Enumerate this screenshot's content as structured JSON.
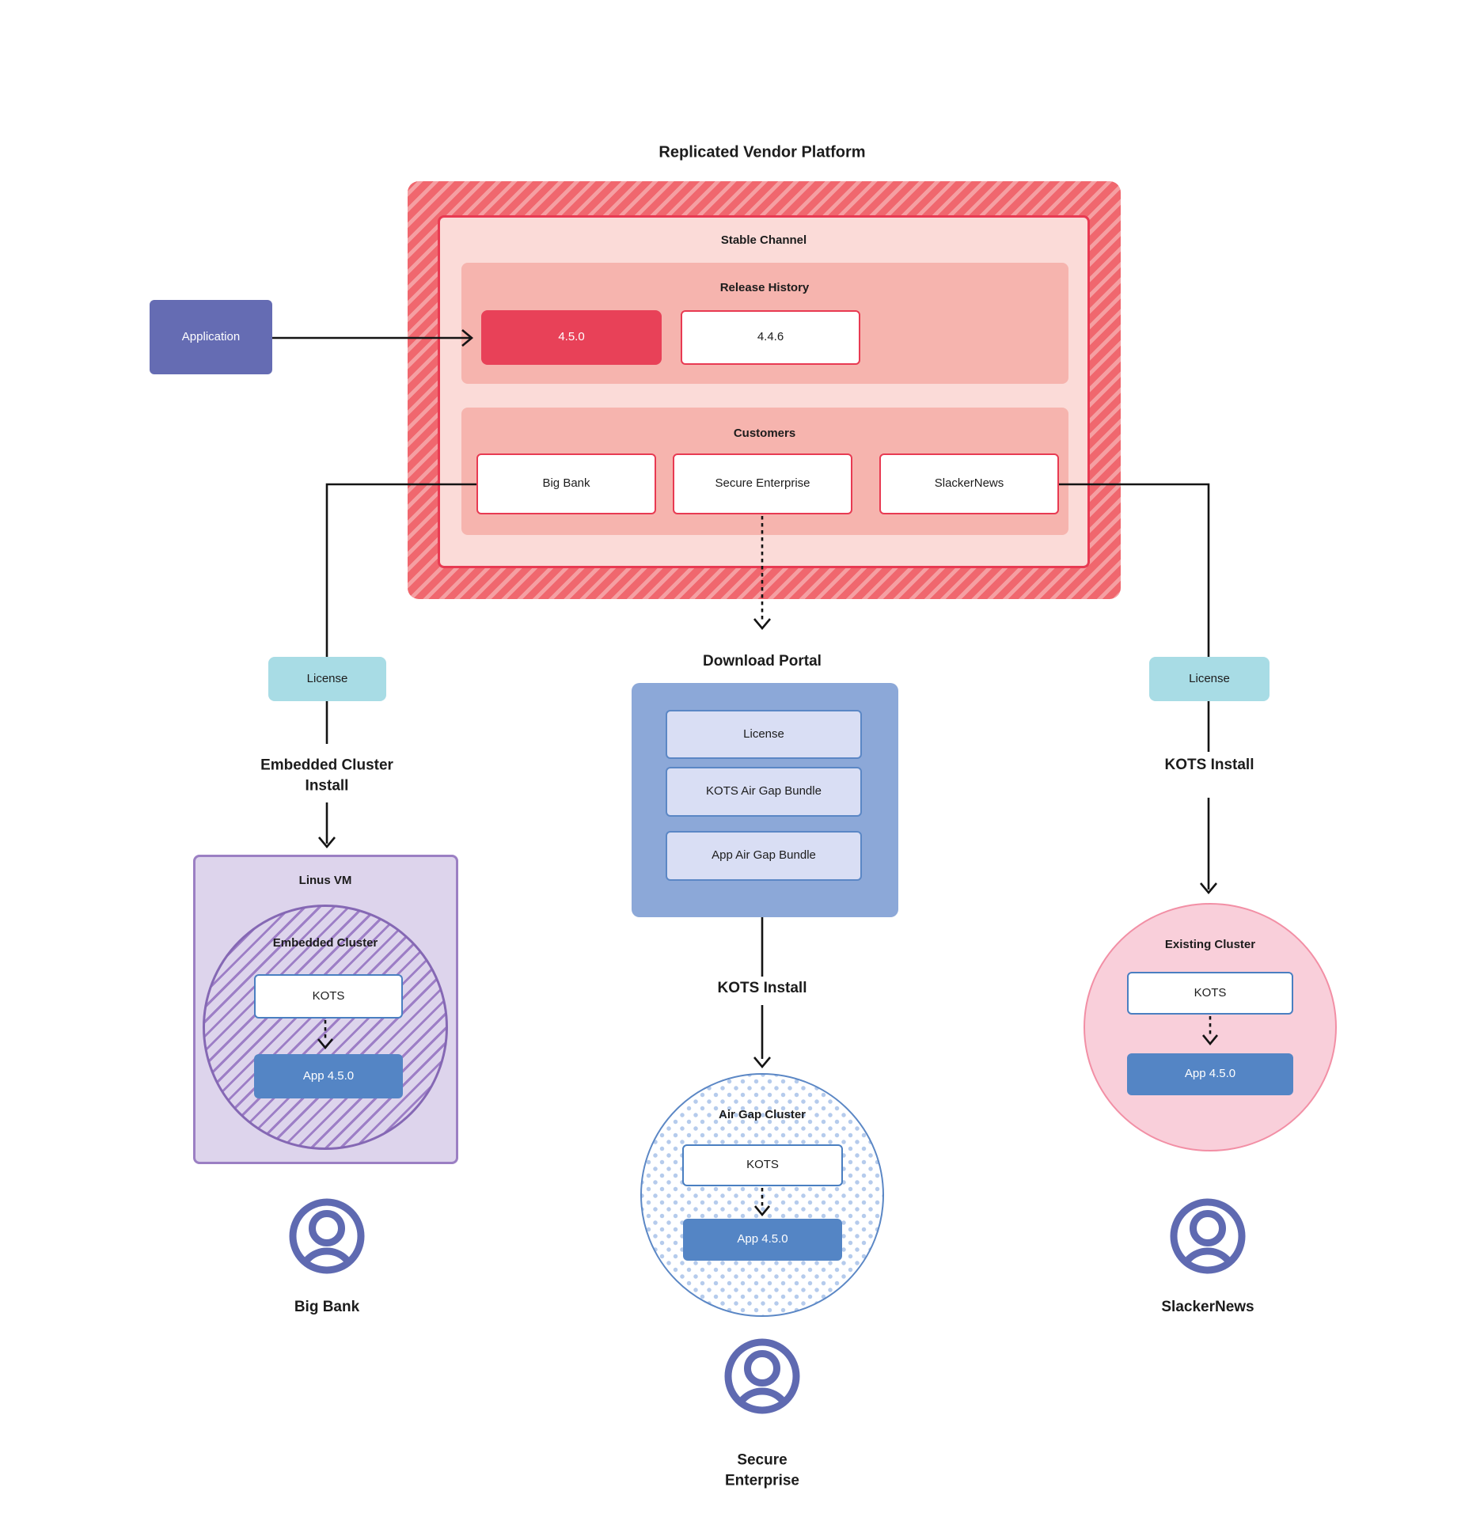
{
  "title": "Replicated Vendor Platform",
  "colors": {
    "hatch_red_dark": "#f0676e",
    "hatch_red_light": "#f59fa2",
    "panel_light_pink": "#fbdbd8",
    "panel_mid_pink": "#f6b4ae",
    "release_red": "#e84158",
    "red_border": "#e83a52",
    "application_purple": "#656cb3",
    "license_teal": "#a8dce5",
    "portal_blue": "#8ca8d8",
    "portal_item_lavender": "#d9def4",
    "app_blue": "#5485c5",
    "kots_border_blue": "#4a7fc1",
    "vm_purple_fill": "#ddd4ec",
    "vm_purple_border": "#9b7fc3",
    "hatch_purple_line": "#9d7ec6",
    "dots_blue": "#b5cbec",
    "existing_pink_fill": "#f9cfda",
    "existing_pink_border": "#f28fa5",
    "person_icon_purple": "#5f6ab1"
  },
  "platform": {
    "stable_channel_label": "Stable Channel",
    "release_history_label": "Release History",
    "releases": [
      {
        "version": "4.5.0"
      },
      {
        "version": "4.4.6"
      }
    ],
    "customers_label": "Customers",
    "customers": [
      {
        "name": "Big Bank"
      },
      {
        "name": "Secure Enterprise"
      },
      {
        "name": "SlackerNews"
      }
    ]
  },
  "application_label": "Application",
  "flows": {
    "left": {
      "license": "License",
      "install": "Embedded Cluster Install"
    },
    "middle": {
      "portal_title": "Download Portal",
      "install": "KOTS Install"
    },
    "right": {
      "license": "License",
      "install": "KOTS Install"
    }
  },
  "download_portal": {
    "items": [
      {
        "label": "License"
      },
      {
        "label": "KOTS Air Gap Bundle"
      },
      {
        "label": "App Air Gap Bundle"
      }
    ]
  },
  "clusters": {
    "linus_vm": {
      "label": "Linus VM",
      "cluster_label": "Embedded Cluster",
      "kots": "KOTS",
      "app": "App 4.5.0"
    },
    "air_gap": {
      "cluster_label": "Air Gap Cluster",
      "kots": "KOTS",
      "app": "App 4.5.0"
    },
    "existing": {
      "cluster_label": "Existing Cluster",
      "kots": "KOTS",
      "app": "App 4.5.0"
    }
  },
  "personas": [
    {
      "name": "Big Bank"
    },
    {
      "name": "Secure Enterprise"
    },
    {
      "name": "SlackerNews"
    }
  ]
}
